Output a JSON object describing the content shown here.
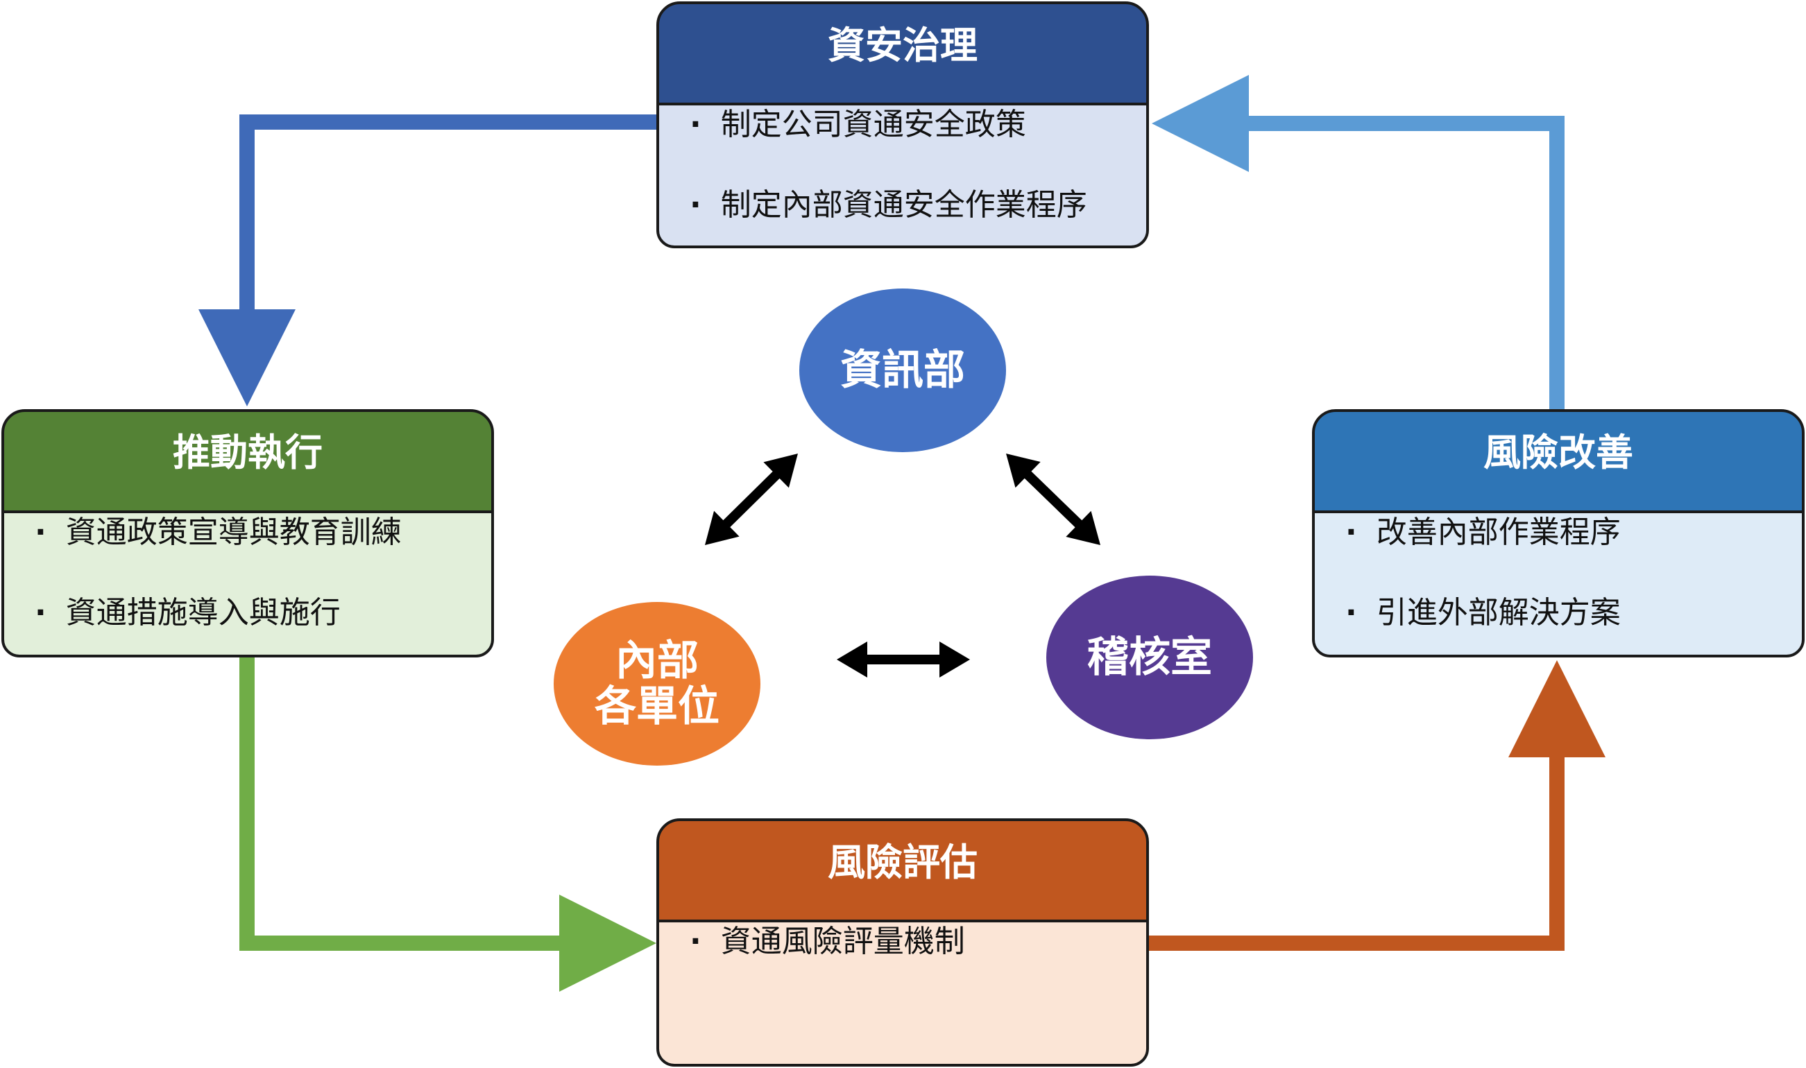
{
  "colors": {
    "governance": "#2e5090",
    "governance_body": "#d9e1f2",
    "governance_arrow": "#3f6ab8",
    "execution": "#548235",
    "execution_body": "#e2efda",
    "execution_arrow": "#70ad47",
    "assessment": "#c0571f",
    "assessment_body": "#fbe5d6",
    "assessment_arrow": "#c0571f",
    "improvement": "#2e75b6",
    "improvement_body": "#deebf7",
    "improvement_arrow": "#5b9bd5",
    "it_dept": "#4472c4",
    "units": "#ed7d31",
    "audit": "#553a92",
    "double_arrow": "#000000"
  },
  "governance": {
    "title": "資安治理",
    "items": [
      "制定公司資通安全政策",
      "制定內部資通安全作業程序"
    ]
  },
  "execution": {
    "title": "推動執行",
    "items": [
      "資通政策宣導與教育訓練",
      "資通措施導入與施行"
    ]
  },
  "improvement": {
    "title": "風險改善",
    "items": [
      "改善內部作業程序",
      "引進外部解決方案"
    ]
  },
  "assessment": {
    "title": "風險評估",
    "items": [
      "資通風險評量機制"
    ]
  },
  "center": {
    "it_dept": "資訊部",
    "units_line1": "內部",
    "units_line2": "各單位",
    "audit": "稽核室"
  }
}
